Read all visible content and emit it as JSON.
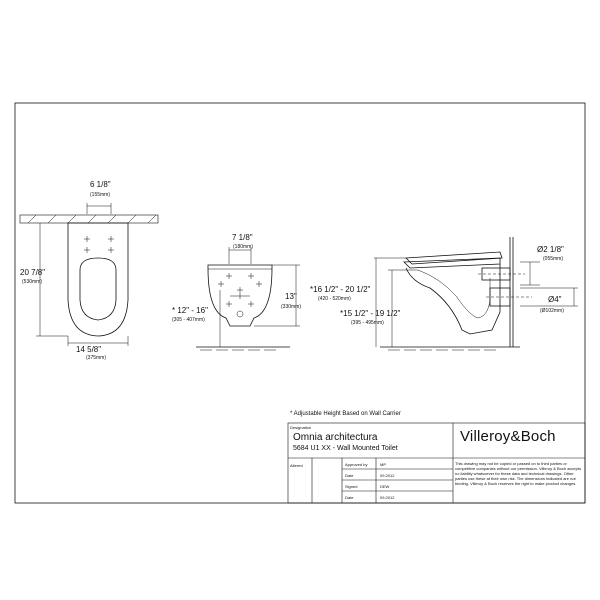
{
  "front_view": {
    "top_width": "6 1/8\"",
    "top_width_mm": "(155mm)",
    "height": "20 7/8\"",
    "height_mm": "(530mm)",
    "bottom_width": "14 5/8\"",
    "bottom_width_mm": "(375mm)"
  },
  "rear_view": {
    "top_width": "7 1/8\"",
    "top_width_mm": "(180mm)",
    "floor_height": "* 12\" - 16\"",
    "floor_height_mm": "(305 - 407mm)",
    "body_height": "13\"",
    "body_height_mm": "(330mm)"
  },
  "side_view": {
    "outer_height": "*16 1/2\" - 20 1/2\"",
    "outer_height_mm": "(420 - 520mm)",
    "inner_height": "*15 1/2\" - 19 1/2\"",
    "inner_height_mm": "(395 - 495mm)",
    "inlet_dia": "Ø2 1/8\"",
    "inlet_dia_mm": "(055mm)",
    "outlet_dia": "Ø4\"",
    "outlet_dia_mm": "(Ø102mm)"
  },
  "note": "* Adjustable Height Based on Wall Carrier",
  "title_block": {
    "label": "Designation",
    "product_name": "Omnia architectura",
    "product_desc": "5684 U1 XX - Wall Mounted Toilet",
    "brand": "Villeroy&Boch",
    "altered_label": "Altered",
    "rows": [
      {
        "label": "Approved by",
        "value": "MP"
      },
      {
        "label": "Date",
        "value": "09.2012"
      },
      {
        "label": "Signed",
        "value": "DEW"
      },
      {
        "label": "Date",
        "value": "09.2012"
      }
    ],
    "disclaimer": "This drawing may not be copied or passed on to third parties or competitive companies without our permission. Villeroy & Boch accepts no liability whatsoever for these data and technical drawings. Other parties use these at their own risk. The dimensions indicated are not binding. Villeroy & Boch reserves the right to make product changes."
  }
}
